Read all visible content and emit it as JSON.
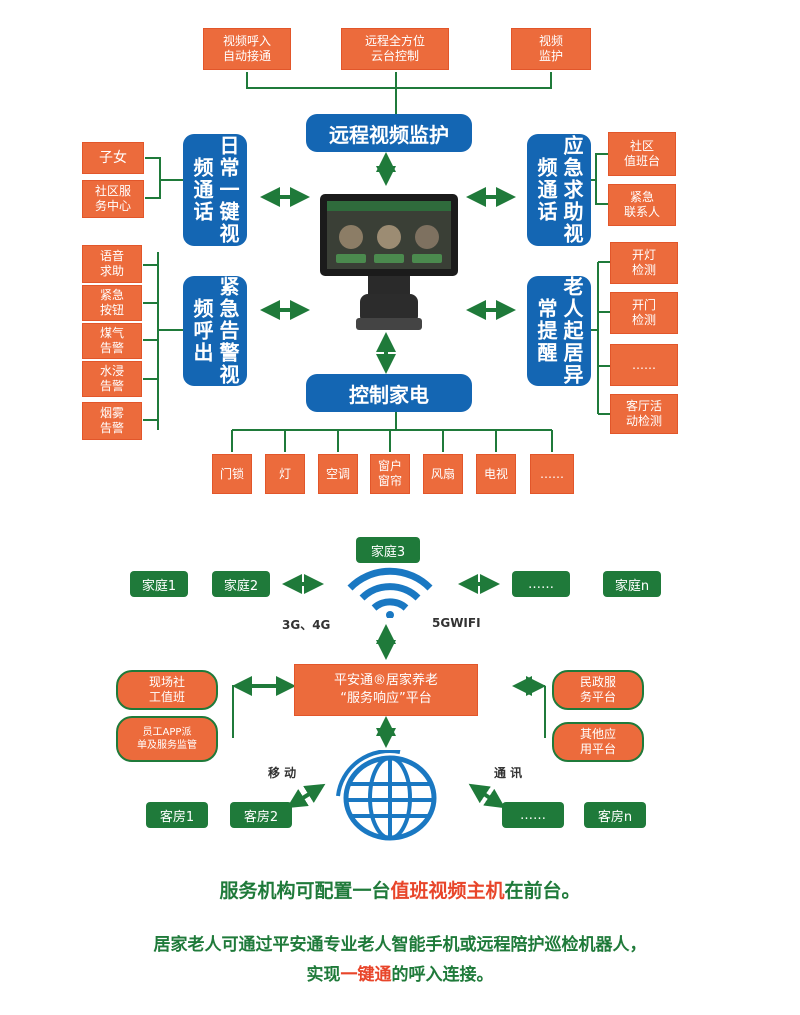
{
  "top": {
    "boxes": [
      "视频呼入\n自动接通",
      "远程全方位\n云台控制",
      "视频\n监护"
    ],
    "center_title": "远程视频监护"
  },
  "left_top": {
    "title": "日常一键视频通话",
    "items": [
      "子女",
      "社区服\n务中心"
    ]
  },
  "right_top": {
    "title": "应急求助视频通话",
    "items": [
      "社区\n值班台",
      "紧急\n联系人"
    ]
  },
  "left_bottom": {
    "title": "紧急告警视频呼出",
    "items": [
      "语音\n求助",
      "紧急\n按钮",
      "煤气\n告警",
      "水浸\n告警",
      "烟雾\n告警"
    ]
  },
  "right_bottom": {
    "title": "老人起居异常提醒",
    "items": [
      "开灯\n检测",
      "开门\n检测",
      "……",
      "客厅活\n动检测"
    ]
  },
  "control": {
    "title": "控制家电",
    "items": [
      "门锁",
      "灯",
      "空调",
      "窗户\n窗帘",
      "风扇",
      "电视",
      "……"
    ]
  },
  "network": {
    "homes": [
      "家庭1",
      "家庭2",
      "家庭3",
      "……",
      "家庭n"
    ],
    "wifi_left": "3G、4G",
    "wifi_right": "5GWIFI",
    "platform": "平安通®居家养老\n“服务响应”平台",
    "left_pills": [
      "现场社\n工值班",
      "员工APP派\n单及服务监管"
    ],
    "right_pills": [
      "民政服\n务平台",
      "其他应\n用平台"
    ],
    "mobile": "移 动",
    "telecom": "通 讯",
    "rooms": [
      "客房1",
      "客房2",
      "……",
      "客房n"
    ]
  },
  "captions": {
    "line1_a": "服务机构可配置一台",
    "line1_hl": "值班视频主机",
    "line1_b": "在前台。",
    "line2": "居家老人可通过平安通专业老人智能手机或远程陪护巡检机器人，",
    "line3_a": "实现",
    "line3_hl": "一键通",
    "line3_b": "的呼入连接。"
  },
  "colors": {
    "orange": "#ec6b3c",
    "blue": "#1466b3",
    "green": "#1f7a3a",
    "highlight": "#e8452a"
  }
}
